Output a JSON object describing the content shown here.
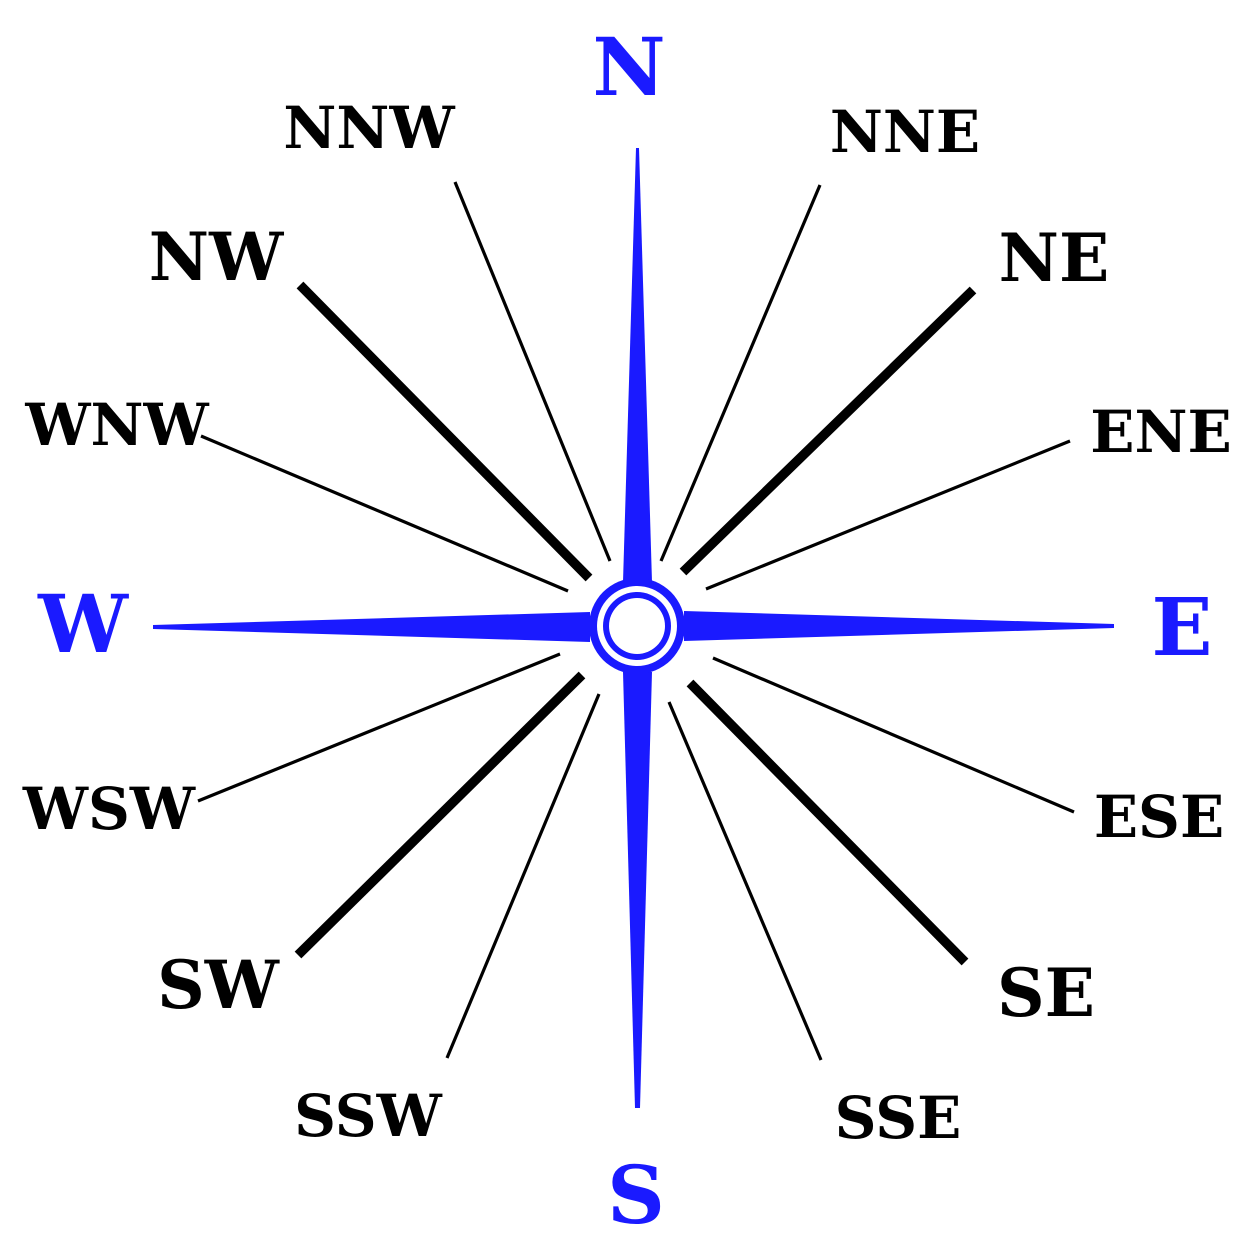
{
  "colors": {
    "background": "#ffffff",
    "cardinal": "#1a1aff",
    "ink": "#000000"
  },
  "labels": {
    "n": "N",
    "e": "E",
    "s": "S",
    "w": "W",
    "ne": "NE",
    "se": "SE",
    "sw": "SW",
    "nw": "NW",
    "nne": "NNE",
    "ene": "ENE",
    "ese": "ESE",
    "sse": "SSE",
    "ssw": "SSW",
    "wsw": "WSW",
    "wnw": "WNW",
    "nnw": "NNW"
  }
}
